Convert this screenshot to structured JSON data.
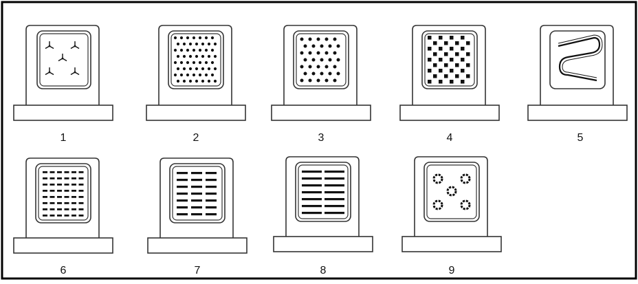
{
  "figure": {
    "panels": [
      {
        "label": "1",
        "pattern": "tripod-dots"
      },
      {
        "label": "2",
        "pattern": "dense-dot-grid"
      },
      {
        "label": "3",
        "pattern": "sparse-dot-grid"
      },
      {
        "label": "4",
        "pattern": "square-grid"
      },
      {
        "label": "5",
        "pattern": "serpentine-wire"
      },
      {
        "label": "6",
        "pattern": "short-dash-grid"
      },
      {
        "label": "7",
        "pattern": "long-dash-grid"
      },
      {
        "label": "8",
        "pattern": "horizontal-bars"
      },
      {
        "label": "9",
        "pattern": "ring-dots"
      }
    ],
    "colors": {
      "stroke": "#333333",
      "fill": "#111111",
      "background": "#ffffff",
      "border": "#000000"
    }
  }
}
